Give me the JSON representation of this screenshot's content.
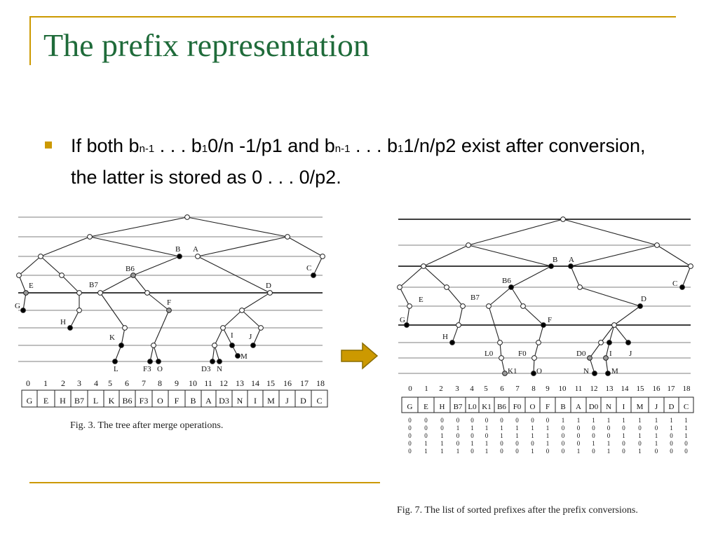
{
  "slide": {
    "title": "The prefix representation",
    "bullet": {
      "t1": "If both b",
      "s1": "n-1",
      "t2": " . . . b",
      "s2": "1",
      "t3": "0/n -1/p1 and b",
      "s3": "n-1",
      "t4": " . . . b",
      "s4": "1",
      "t5": "1/n/p2 exist after conversion, the latter is stored as 0 . . . 0/p2."
    }
  },
  "colors": {
    "title": "#1f6b3a",
    "accent": "#cc9900",
    "arrow": "#cc9900"
  },
  "icons": {
    "arrow": "right-arrow-icon"
  },
  "fig3": {
    "caption": "Fig. 3.  The tree after merge operations.",
    "indices": [
      "0",
      "1",
      "2",
      "3",
      "4",
      "5",
      "6",
      "7",
      "8",
      "9",
      "10",
      "11",
      "12",
      "13",
      "14",
      "15",
      "16",
      "17",
      "18"
    ],
    "cells": [
      "G",
      "E",
      "H",
      "B7",
      "L",
      "K",
      "B6",
      "F3",
      "O",
      "F",
      "B",
      "A",
      "D3",
      "N",
      "I",
      "M",
      "J",
      "D",
      "C"
    ],
    "labels": {
      "B": "B",
      "A": "A",
      "C": "C",
      "B6": "B6",
      "E": "E",
      "B7": "B7",
      "D": "D",
      "G": "G",
      "F": "F",
      "H": "H",
      "K": "K",
      "I": "I",
      "J": "J",
      "M": "M",
      "L": "L",
      "F3": "F3",
      "O": "O",
      "D3": "D3",
      "N": "N"
    }
  },
  "fig7": {
    "caption": "Fig. 7.  The list of sorted prefixes after the prefix conversions.",
    "indices": [
      "0",
      "1",
      "2",
      "3",
      "4",
      "5",
      "6",
      "7",
      "8",
      "9",
      "10",
      "11",
      "12",
      "13",
      "14",
      "15",
      "16",
      "17",
      "18"
    ],
    "cells": [
      "G",
      "E",
      "H",
      "B7",
      "L0",
      "K1",
      "B6",
      "F0",
      "O",
      "F",
      "B",
      "A",
      "D0",
      "N",
      "I",
      "M",
      "J",
      "D",
      "C"
    ],
    "bits": [
      "00000",
      "00011",
      "00111",
      "01001",
      "01010",
      "01011",
      "01100",
      "01100",
      "01101",
      "01110",
      "10000",
      "10001",
      "10010",
      "10011",
      "10100",
      "10101",
      "10110",
      "11000",
      "11100"
    ],
    "labels": {
      "B": "B",
      "A": "A",
      "C": "C",
      "B6": "B6",
      "E": "E",
      "D": "D",
      "B7": "B7",
      "G": "G",
      "F": "F",
      "H": "H",
      "L0": "L0",
      "F0": "F0",
      "D0": "D0",
      "I": "I",
      "J": "J",
      "K1": "K1",
      "O": "O",
      "N": "N",
      "M": "M"
    }
  }
}
